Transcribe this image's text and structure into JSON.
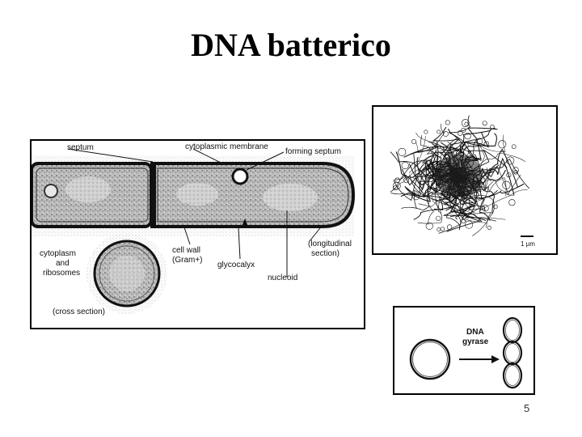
{
  "slide": {
    "title": "DNA batterico",
    "page_number": "5"
  },
  "cell_figure": {
    "labels": {
      "septum": "septum",
      "cytoplasmic_membrane": "cytoplasmic membrane",
      "forming_septum": "forming septum",
      "cytoplasm_line1": "cytoplasm",
      "cytoplasm_line2": "and",
      "cytoplasm_line3": "ribosomes",
      "cell_wall_line1": "cell wall",
      "cell_wall_line2": "(Gram+)",
      "glycocalyx": "glycocalyx",
      "nucleoid": "nucleoid",
      "longitudinal_line1": "(longitudinal",
      "longitudinal_line2": "section)",
      "cross_section": "(cross section)"
    }
  },
  "nucleoid_figure": {
    "scale_label": "1 μm"
  },
  "gyrase_figure": {
    "label_line1": "DNA",
    "label_line2": "gyrase"
  }
}
